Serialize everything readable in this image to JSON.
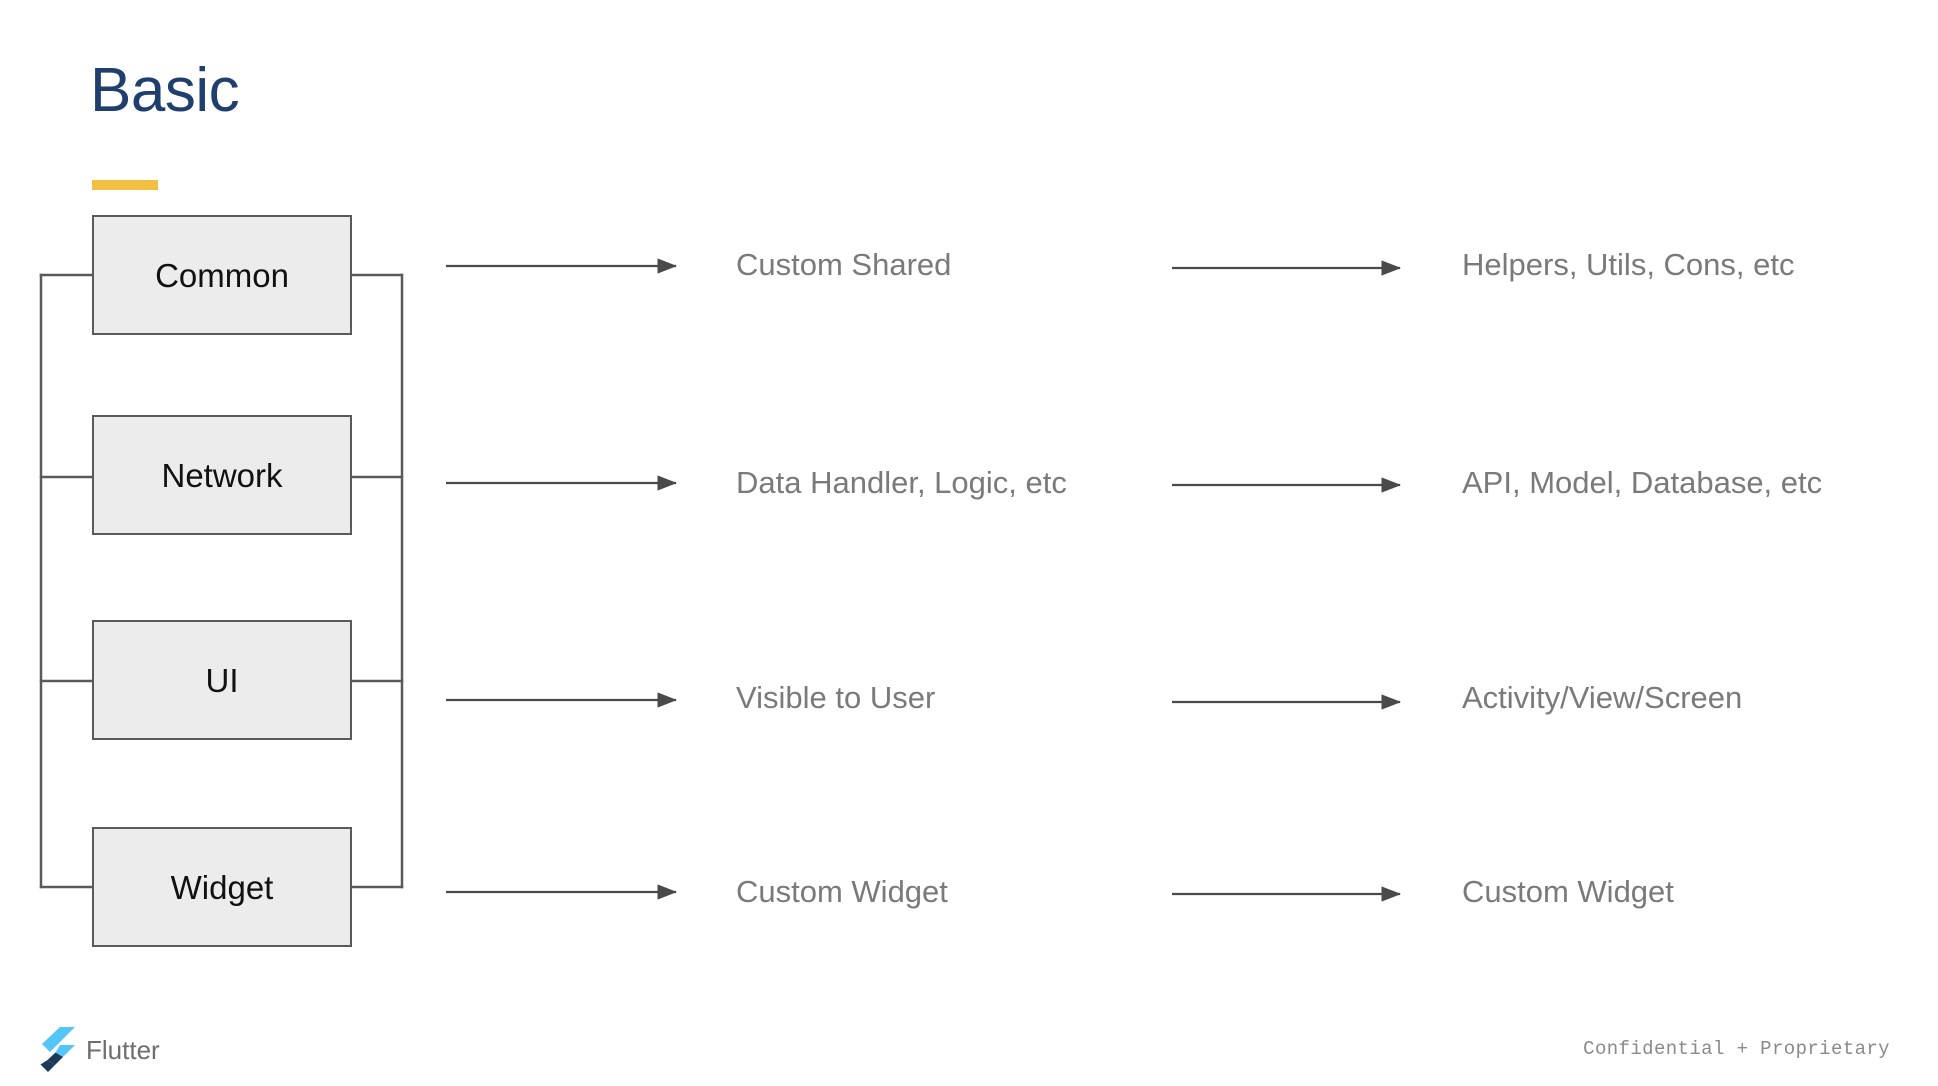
{
  "slide": {
    "title": "Basic",
    "title_color": "#1F3F6E",
    "accent_color": "#F1BF42",
    "background": "#ffffff"
  },
  "architecture": {
    "box_fill": "#ECECEC",
    "box_border": "#5A5A5A",
    "line_color": "#5A5A5A",
    "text_color": "#7A7A7A",
    "rows": [
      {
        "layer": "Common",
        "middle": "Custom Shared",
        "right": "Helpers, Utils, Cons, etc"
      },
      {
        "layer": "Network",
        "middle": "Data Handler, Logic, etc",
        "right": "API, Model, Database, etc"
      },
      {
        "layer": "UI",
        "middle": "Visible to User",
        "right": "Activity/View/Screen"
      },
      {
        "layer": "Widget",
        "middle": "Custom Widget",
        "right": "Custom Widget"
      }
    ]
  },
  "footer": {
    "brand": "Flutter",
    "brand_blue_light": "#54C5F8",
    "brand_blue_dark": "#1B3A57",
    "note": "Confidential + Proprietary"
  }
}
